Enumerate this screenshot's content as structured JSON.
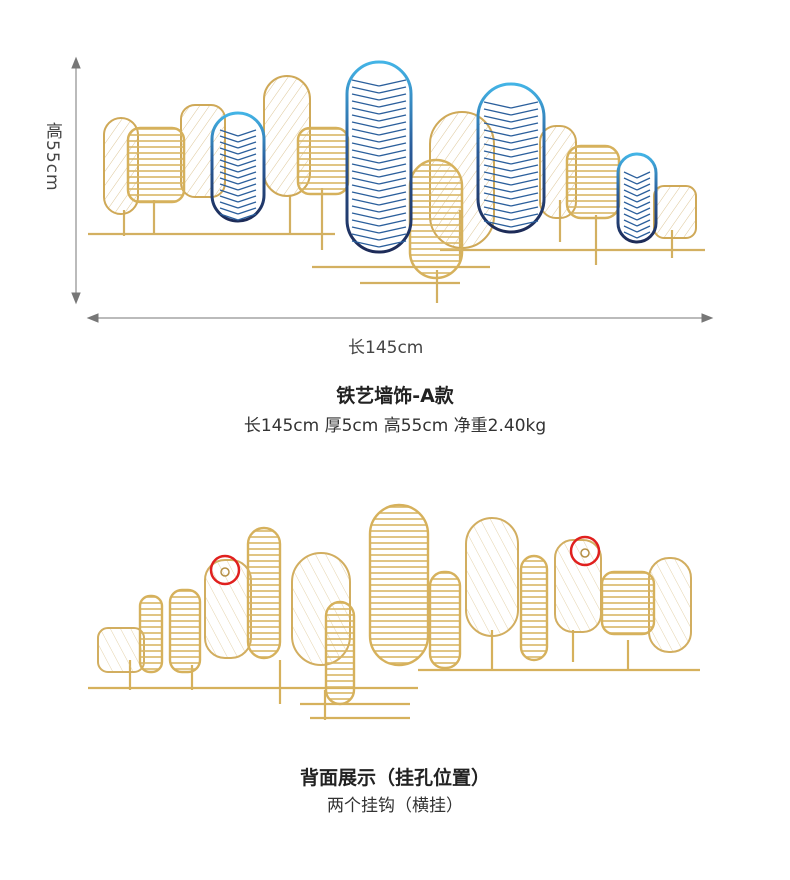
{
  "top": {
    "height_label": "高55cm",
    "length_label": "长145cm",
    "title": "铁艺墙饰-A款",
    "spec": "长145cm 厚5cm 高55cm 净重2.40kg"
  },
  "bottom": {
    "title": "背面展示（挂孔位置）",
    "subtitle": "两个挂钩（横挂）"
  },
  "colors": {
    "gold": "#d9b665",
    "gold_dark": "#c9a24d",
    "blue_top": "#3fa9dc",
    "blue_bottom": "#1f2f5e",
    "marker": "#e0201e",
    "arrow": "#777777"
  }
}
